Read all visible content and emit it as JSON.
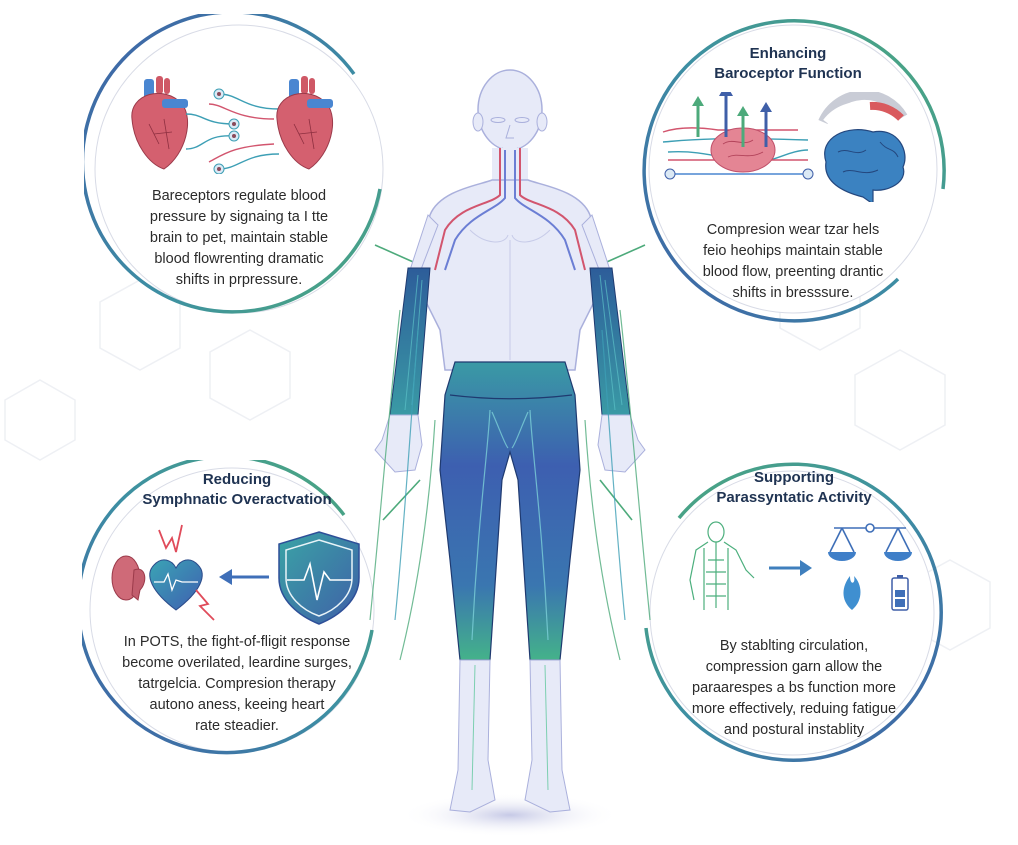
{
  "colors": {
    "ring_blue": "#3f5fa8",
    "ring_teal": "#3d8fa3",
    "ring_green": "#4daa7b",
    "title_navy": "#1f3352",
    "garment_top": "#3a9aa5",
    "garment_mid": "#3d5fb0",
    "garment_bottom": "#44a98a",
    "body_skin": "#e7eaf8",
    "artery_red": "#d2556e",
    "heart_red": "#cf5866",
    "vessel_blue": "#4a86d1"
  },
  "figure": {
    "label": "Human figure wearing compression sleeves and compression leggings"
  },
  "panels": {
    "top_left": {
      "title": "",
      "icon": "two-hearts-baroreceptor-signal-icon",
      "lines": [
        "Bareceptors regulate blood",
        "pressure by signaing ta I tte",
        "brain to pet, maintain stable",
        "blood flowrenting dramatic",
        "shifts in prpressure."
      ]
    },
    "top_right": {
      "title_line1": "Enhancing",
      "title_line2": "Baroceptor Function",
      "icon": "brain-signal-gauge-icon",
      "lines": [
        "Compresion wear tzar hels",
        "feio heohips maintain stable",
        "blood flow, preenting drantic",
        "shifts in bresssure."
      ]
    },
    "bottom_left": {
      "title_line1": "Reducing",
      "title_line2": "Symphnatic Overactvation",
      "icon": "heart-shield-icon",
      "lines": [
        "In POTS, the fight-of-fligit response",
        "become overilated, leardine surges,",
        "tatrgelcia. Compresion therapy",
        "autono aness, keeing heart",
        "rate steadier."
      ]
    },
    "bottom_right": {
      "title_line1": "Supporting",
      "title_line2": "Parassyntatic Activity",
      "icon": "nervous-system-balance-icon",
      "lines": [
        "By stablting circulation,",
        "compression garn allow the",
        "paraarespes a bs function more",
        "more effectively, reduing fatigue",
        "and postural instablity"
      ]
    }
  }
}
